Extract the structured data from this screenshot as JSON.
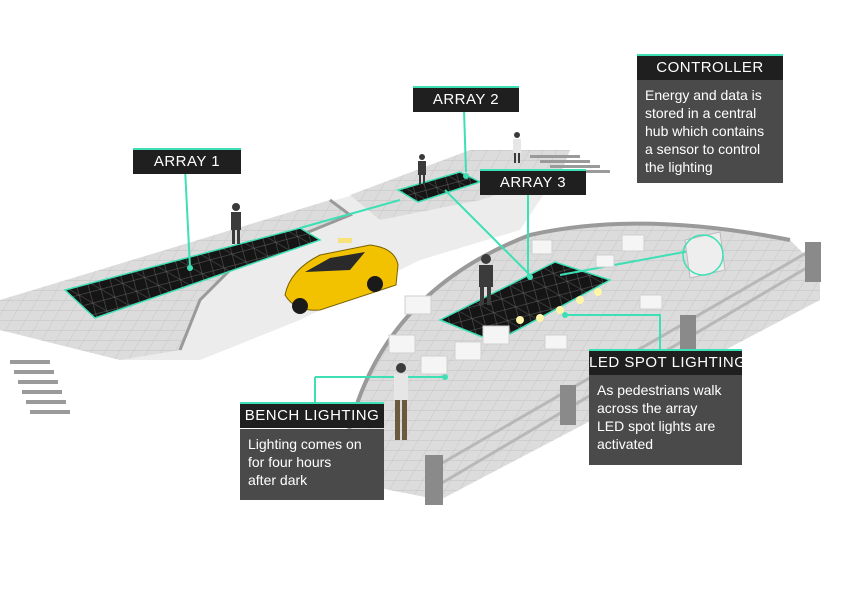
{
  "labels": {
    "array1": "ARRAY 1",
    "array2": "ARRAY 2",
    "array3": "ARRAY 3",
    "controller": "CONTROLLER",
    "led": "LED SPOT LIGHTING",
    "bench": "BENCH LIGHTING"
  },
  "descriptions": {
    "controller": [
      "Energy and data is",
      "stored in a central",
      "hub which contains",
      "a sensor to control",
      "the lighting"
    ],
    "led": [
      "As pedestrians walk",
      "across the array",
      "LED spot lights are",
      "activated"
    ],
    "bench": [
      "Lighting comes on",
      "for four hours",
      "after dark"
    ]
  },
  "colors": {
    "accent": "#3de0b4",
    "label_bg": "#1f1f1f",
    "box_bg": "#4a4a4a",
    "taxi": "#f2c200",
    "pavement": "#d8d8d8",
    "array": "#1a1a1a"
  }
}
